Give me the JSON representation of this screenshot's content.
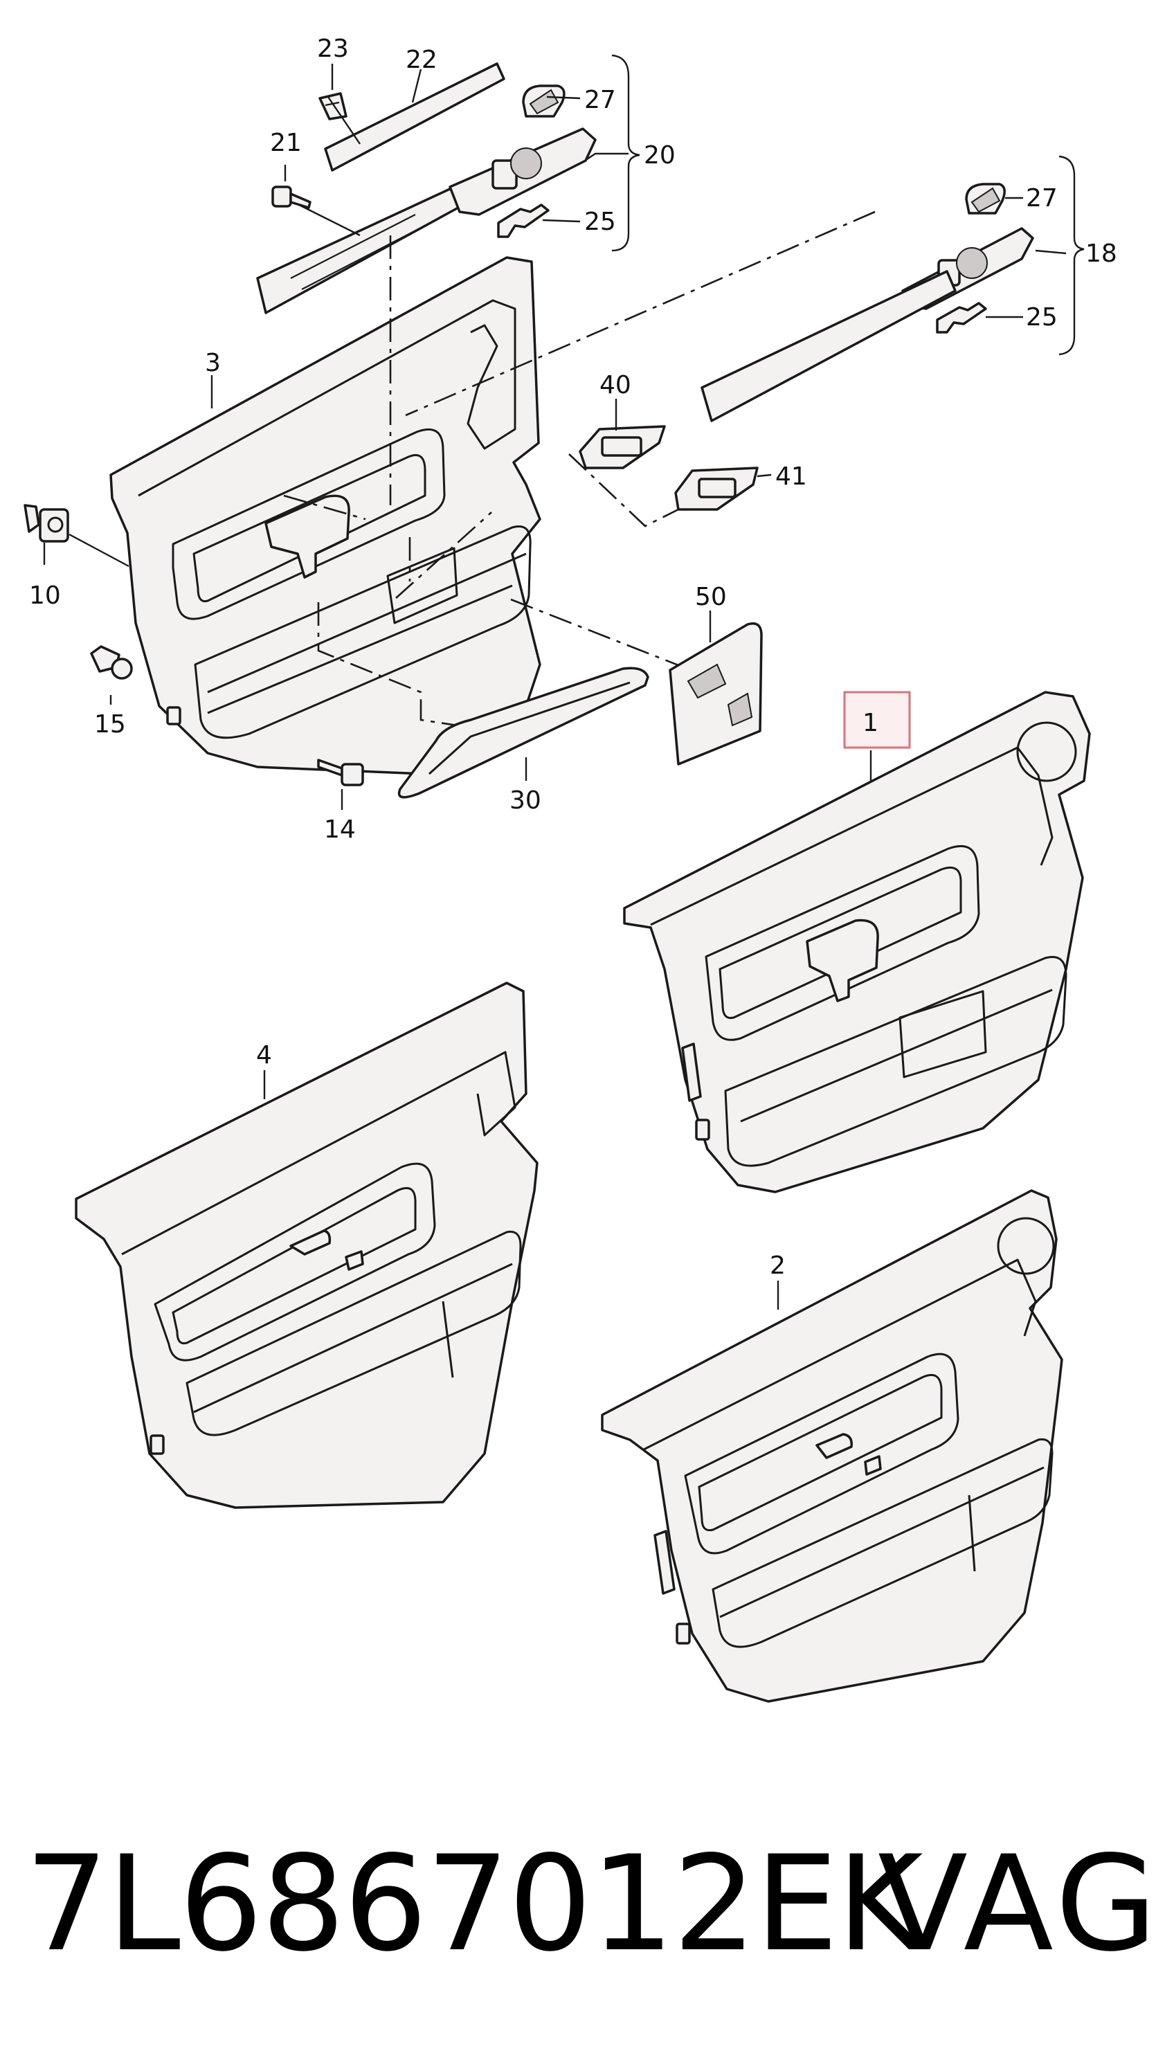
{
  "callouts": {
    "c23": "23",
    "c22": "22",
    "c27a": "27",
    "c21": "21",
    "c20": "20",
    "c25a": "25",
    "c27b": "27",
    "c18": "18",
    "c25b": "25",
    "c3": "3",
    "c40": "40",
    "c41": "41",
    "c10": "10",
    "c50": "50",
    "c15": "15",
    "c1": "1",
    "c14": "14",
    "c30": "30",
    "c4": "4",
    "c2": "2"
  },
  "footer": {
    "part_number": "7L6867012EK",
    "brand": "VAG"
  },
  "colors": {
    "line": "#1a1a1a",
    "part_fill": "#f4f1f1",
    "highlight_box": "#d9737a",
    "highlight_fill": "#fbeff0"
  }
}
